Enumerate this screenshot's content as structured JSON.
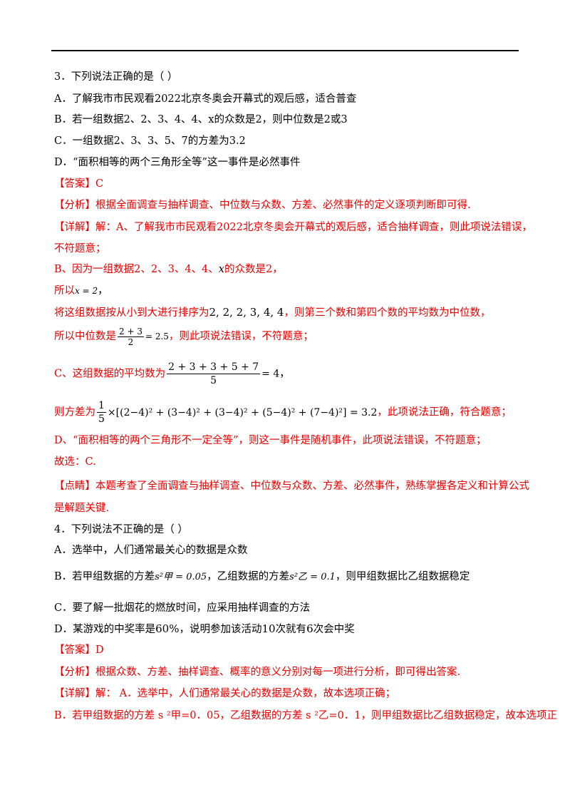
{
  "q3": {
    "stem": "3．下列说法正确的是（    ）",
    "optA": "A．了解我市市民观看2022北京冬奥会开幕式的观后感，适合普查",
    "optB": "B．若一组数据2、2、3、4、4、x的众数是2，则中位数是2或3",
    "optC": "C．一组数据2、3、3、5、7的方差为3.2",
    "optD": "D．“面积相等的两个三角形全等”这一事件是必然事件",
    "answer": "【答案】C",
    "analysis": "【分析】根据全面调查与抽样调查、中位数与众数、方差、必然事件的定义逐项判断即可得.",
    "detail1": "【详解】解：A、了解我市市民观看2022北京冬奥会开幕式的观后感，适合抽样调查，则此项说法错误，",
    "detail2": "不符题意；",
    "detailB1": "B、因为一组数据2、2、3、4、4、",
    "detailB1_var": "x",
    "detailB1_end": "的众数是2，",
    "detailB2": "所以",
    "detailB2_eq": "x = 2",
    "detailB2_end": "，",
    "detailB3": "将这组数据按从小到大进行排序为",
    "detailB3_seq": "2, 2, 2, 3, 4, 4",
    "detailB3_end": "，则第三个数和第四个数的平均数为中位数，",
    "detailB4": "所以中位数是",
    "detailB4_num": "2 + 3",
    "detailB4_den": "2",
    "detailB4_val": "= 2.5",
    "detailB4_end": "，则此项说法错误，不符题意；",
    "detailC1": "C、这组数据的平均数为",
    "detailC1_num": "2 + 3 + 3 + 5 + 7",
    "detailC1_den": "5",
    "detailC1_val": "= 4",
    "detailC1_end": "，",
    "detailC2": "则方差为",
    "detailC2_num": "1",
    "detailC2_den": "5",
    "detailC2_formula": "×[(2−4)² + (3−4)² + (3−4)² + (5−4)² + (7−4)²] = 3.2",
    "detailC2_end": "，此项说法正确，符合题意；",
    "detailD": "D、“面积相等的两个三角形不一定全等”，则这一事件是随机事件，此项说法错误，不符题意；",
    "choose": "故选：C.",
    "comment1": "【点睛】本题考查了全面调查与抽样调查、中位数与众数、方差、必然事件，熟练掌握各定义和计算公式",
    "comment2": "是解题关键."
  },
  "q4": {
    "stem": "4．下列说法不正确的是（    ）",
    "optA": "A．选举中，人们通常最关心的数据是众数",
    "optB_pre": "B．若甲组数据的方差",
    "optB_s1": "s²甲 = 0.05",
    "optB_mid": "，乙组数据的方差",
    "optB_s2": "s²乙 = 0.1",
    "optB_end": "，则甲组数据比乙组数据稳定",
    "optC": "C．要了解一批烟花的燃放时间，应采用抽样调查的方法",
    "optD_pre": "D．某游戏的中奖率是",
    "optD_pct": "60%",
    "optD_mid": "，说明参加该活动",
    "optD_n1": "10",
    "optD_mid2": "次就有",
    "optD_n2": "6",
    "optD_end": "次会中奖",
    "answer": "【答案】D",
    "analysis": "【分析】根据众数、方差、抽样调查、概率的意义分别对每一项进行分析，即可得出答案.",
    "detail1": "【详解】解：  A．选举中，人们通常最关心的数据是众数，故本选项正确；",
    "detail2": "B．若甲组数据的方差 s ²甲=0．05，乙组数据的方差 s ²乙=0．1，则甲组数据比乙组数据稳定，故本选项正"
  }
}
